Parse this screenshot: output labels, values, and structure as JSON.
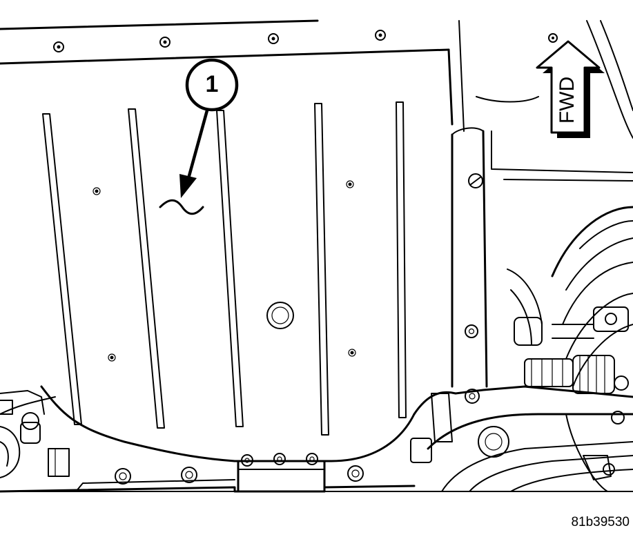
{
  "figure": {
    "callout_number": "1",
    "direction_label": "FWD",
    "figure_id": "81b39530"
  }
}
